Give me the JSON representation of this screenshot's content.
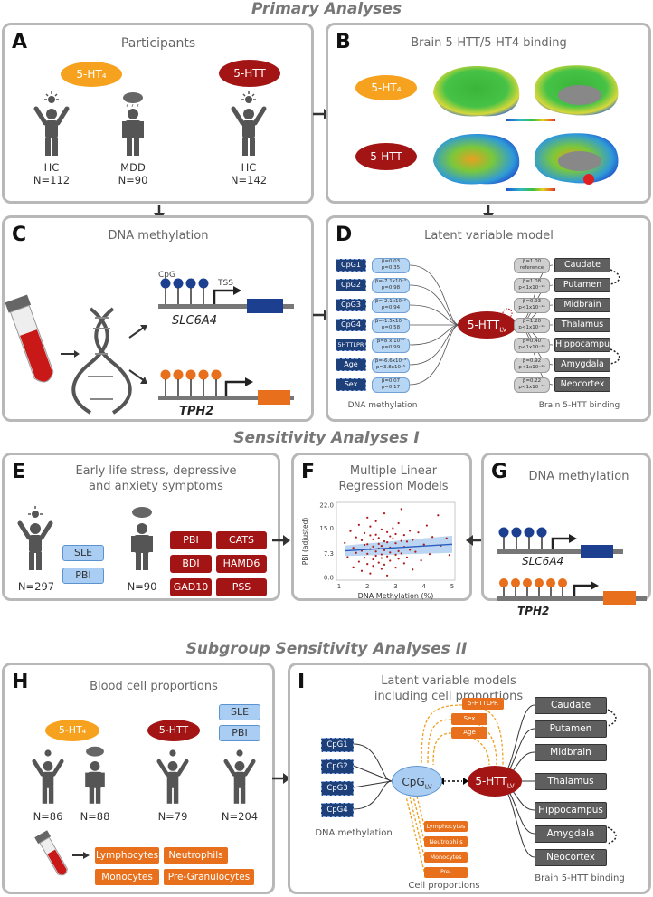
{
  "sections": {
    "primary": "Primary Analyses",
    "sens1": "Sensitivity Analyses I",
    "sens2": "Subgroup Sensitivity Analyses II"
  },
  "panelA": {
    "letter": "A",
    "title": "Participants",
    "ht4": "5-HT₄",
    "htt": "5-HTT",
    "groups": [
      {
        "label": "HC",
        "n": "N=112"
      },
      {
        "label": "MDD",
        "n": "N=90"
      },
      {
        "label": "HC",
        "n": "N=142"
      }
    ]
  },
  "panelB": {
    "letter": "B",
    "title": "Brain 5-HTT/5-HT4 binding",
    "ht4": "5-HT₄",
    "htt": "5-HTT"
  },
  "panelC": {
    "letter": "C",
    "title": "DNA methylation",
    "cpg": "CpG",
    "tss": "TSS",
    "gene1": "SLC6A4",
    "gene2": "TPH2"
  },
  "panelD": {
    "letter": "D",
    "title": "Latent variable model",
    "left": [
      "CpG1",
      "CpG2",
      "CpG3",
      "CpG4",
      "5HTTLPR",
      "Age",
      "Sex"
    ],
    "left_betas": [
      [
        "β=0.03",
        "p=0.35"
      ],
      [
        "β=-7.1x10⁻³",
        "p=0.98"
      ],
      [
        "β=-2.1x10⁻²",
        "p=0.94"
      ],
      [
        "β=-1.5x10⁻²",
        "p=0.58"
      ],
      [
        "β=8 x 10⁻³",
        "p=0.99"
      ],
      [
        "β=-6.6x10⁻³",
        "p=3.8x10⁻⁵"
      ],
      [
        "β=0.07",
        "p=0.17"
      ]
    ],
    "latent": "5-HTT",
    "latent_sub": "LV",
    "right": [
      "Caudate",
      "Putamen",
      "Midbrain",
      "Thalamus",
      "Hippocampus",
      "Amygdala",
      "Neocortex"
    ],
    "right_betas": [
      [
        "β=1.00",
        "reference"
      ],
      [
        "β=1.08",
        "p<1x10⁻¹⁶"
      ],
      [
        "β=0.93",
        "p<1x10⁻¹⁶"
      ],
      [
        "β=1.20",
        "p<1x10⁻¹⁶"
      ],
      [
        "β=0.40",
        "p<1x10⁻¹⁶"
      ],
      [
        "β=0.92",
        "p<1x10⁻¹⁶"
      ],
      [
        "β=0.22",
        "p<1x10⁻¹⁶"
      ]
    ],
    "left_caption": "DNA methylation",
    "right_caption": "Brain 5-HTT binding"
  },
  "panelE": {
    "letter": "E",
    "title1": "Early life stress, depressive",
    "title2": "and anxiety symptoms",
    "blue": [
      "SLE",
      "PBI"
    ],
    "red": [
      "PBI",
      "CATS",
      "BDI",
      "HAMD6",
      "GAD10",
      "PSS"
    ],
    "n1": "N=297",
    "n2": "N=90"
  },
  "panelF": {
    "letter": "F",
    "title1": "Multiple Linear",
    "title2": "Regression Models"
  },
  "panelG": {
    "letter": "G",
    "title": "DNA methylation",
    "gene1": "SLC6A4",
    "gene2": "TPH2"
  },
  "panelH": {
    "letter": "H",
    "title": "Blood cell proportions",
    "ht4": "5-HT₄",
    "htt": "5-HTT",
    "blue": [
      "SLE",
      "PBI"
    ],
    "ns": [
      "N=86",
      "N=88",
      "N=79",
      "N=204"
    ],
    "cells": [
      "Lymphocytes",
      "Neutrophils",
      "Monocytes",
      "Pre-Granulocytes"
    ]
  },
  "panelI": {
    "letter": "I",
    "title1": "Latent variable models",
    "title2": "including cell proportions",
    "left": [
      "CpG1",
      "CpG2",
      "CpG3",
      "CpG4"
    ],
    "cov": [
      "5-HTTLPR",
      "Sex",
      "Age"
    ],
    "cells": [
      "Lymphocytes",
      "Neutrophils",
      "Monocytes",
      "Pre-Granulocytes"
    ],
    "cpg_latent": "CpG",
    "htt_latent": "5-HTT",
    "sub": "LV",
    "right": [
      "Caudate",
      "Putamen",
      "Midbrain",
      "Thalamus",
      "Hippocampus",
      "Amygdala",
      "Neocortex"
    ],
    "cap_left": "DNA methylation",
    "cap_cells": "Cell proportions",
    "cap_right": "Brain 5-HTT binding"
  },
  "chart_data": {
    "type": "scatter",
    "xlabel": "DNA Methylation (%)",
    "ylabel": "PBI (adjusted)",
    "xticks": [
      "1",
      "2",
      "3",
      "4",
      "5"
    ],
    "yticks": [
      "0.0",
      "7.3",
      "15.0",
      "22.0"
    ],
    "xlim": [
      1,
      5
    ],
    "ylim": [
      0,
      22
    ],
    "points": [
      [
        1.2,
        10.5
      ],
      [
        1.3,
        6.2
      ],
      [
        1.4,
        14.1
      ],
      [
        1.5,
        9.0
      ],
      [
        1.5,
        3.1
      ],
      [
        1.6,
        12.2
      ],
      [
        1.6,
        7.5
      ],
      [
        1.7,
        16.0
      ],
      [
        1.7,
        4.8
      ],
      [
        1.8,
        11.3
      ],
      [
        1.8,
        8.1
      ],
      [
        1.8,
        2.0
      ],
      [
        1.9,
        13.5
      ],
      [
        1.9,
        6.0
      ],
      [
        1.9,
        9.9
      ],
      [
        2.0,
        18.2
      ],
      [
        2.0,
        10.1
      ],
      [
        2.0,
        4.1
      ],
      [
        2.0,
        7.2
      ],
      [
        2.1,
        12.8
      ],
      [
        2.1,
        8.6
      ],
      [
        2.1,
        1.2
      ],
      [
        2.1,
        15.5
      ],
      [
        2.2,
        5.5
      ],
      [
        2.2,
        9.4
      ],
      [
        2.2,
        11.6
      ],
      [
        2.2,
        3.5
      ],
      [
        2.3,
        7.9
      ],
      [
        2.3,
        13.0
      ],
      [
        2.3,
        6.6
      ],
      [
        2.3,
        17.1
      ],
      [
        2.4,
        10.2
      ],
      [
        2.4,
        4.5
      ],
      [
        2.4,
        8.8
      ],
      [
        2.4,
        12.0
      ],
      [
        2.5,
        2.6
      ],
      [
        2.5,
        9.6
      ],
      [
        2.5,
        14.6
      ],
      [
        2.5,
        7.0
      ],
      [
        2.5,
        5.9
      ],
      [
        2.6,
        11.0
      ],
      [
        2.6,
        19.5
      ],
      [
        2.6,
        8.3
      ],
      [
        2.6,
        3.9
      ],
      [
        2.7,
        10.7
      ],
      [
        2.7,
        6.4
      ],
      [
        2.7,
        13.8
      ],
      [
        2.7,
        0.6
      ],
      [
        2.8,
        9.1
      ],
      [
        2.8,
        12.5
      ],
      [
        2.8,
        7.6
      ],
      [
        2.8,
        5.1
      ],
      [
        2.9,
        15.0
      ],
      [
        2.9,
        8.9
      ],
      [
        2.9,
        11.8
      ],
      [
        3.0,
        6.9
      ],
      [
        3.0,
        10.4
      ],
      [
        3.0,
        3.0
      ],
      [
        3.0,
        13.2
      ],
      [
        3.1,
        8.0
      ],
      [
        3.1,
        16.5
      ],
      [
        3.1,
        5.7
      ],
      [
        3.2,
        11.1
      ],
      [
        3.2,
        7.3
      ],
      [
        3.2,
        20.8
      ],
      [
        3.3,
        9.3
      ],
      [
        3.3,
        4.3
      ],
      [
        3.3,
        12.9
      ],
      [
        3.4,
        6.1
      ],
      [
        3.4,
        10.9
      ],
      [
        3.5,
        8.4
      ],
      [
        3.5,
        14.2
      ],
      [
        3.6,
        2.4
      ],
      [
        3.6,
        11.4
      ],
      [
        3.7,
        7.8
      ],
      [
        3.8,
        13.7
      ],
      [
        3.9,
        5.2
      ],
      [
        4.0,
        10.0
      ],
      [
        4.1,
        15.8
      ],
      [
        4.2,
        7.1
      ],
      [
        4.3,
        12.3
      ],
      [
        4.5,
        18.9
      ],
      [
        4.6,
        9.7
      ],
      [
        4.8,
        11.9
      ],
      [
        4.9,
        6.8
      ]
    ],
    "fit": [
      [
        1.2,
        8.1
      ],
      [
        5.0,
        10.1
      ]
    ]
  }
}
